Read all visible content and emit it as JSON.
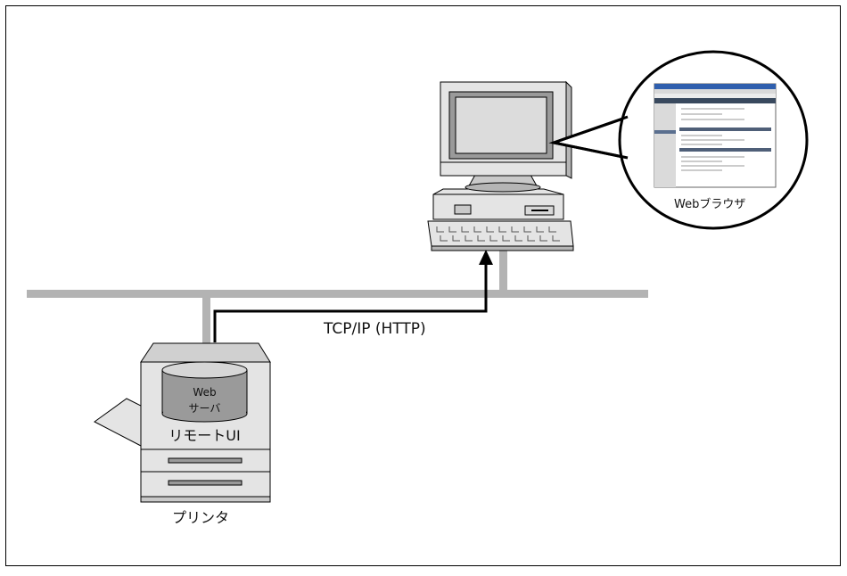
{
  "diagram": {
    "colors": {
      "network_bus": "#b3b3b3",
      "device_light": "#e4e4e4",
      "device_mid": "#c9c9c9",
      "device_dark": "#9a9a9a",
      "line": "#000000",
      "screen": "#dcdcdc"
    },
    "connection_label": "TCP/IP (HTTP)",
    "browser_caption": "Webブラウザ",
    "printer": {
      "server_line1": "Web",
      "server_line2": "サーバ",
      "remote_ui_label": "リモートUI",
      "caption": "プリンタ"
    }
  }
}
